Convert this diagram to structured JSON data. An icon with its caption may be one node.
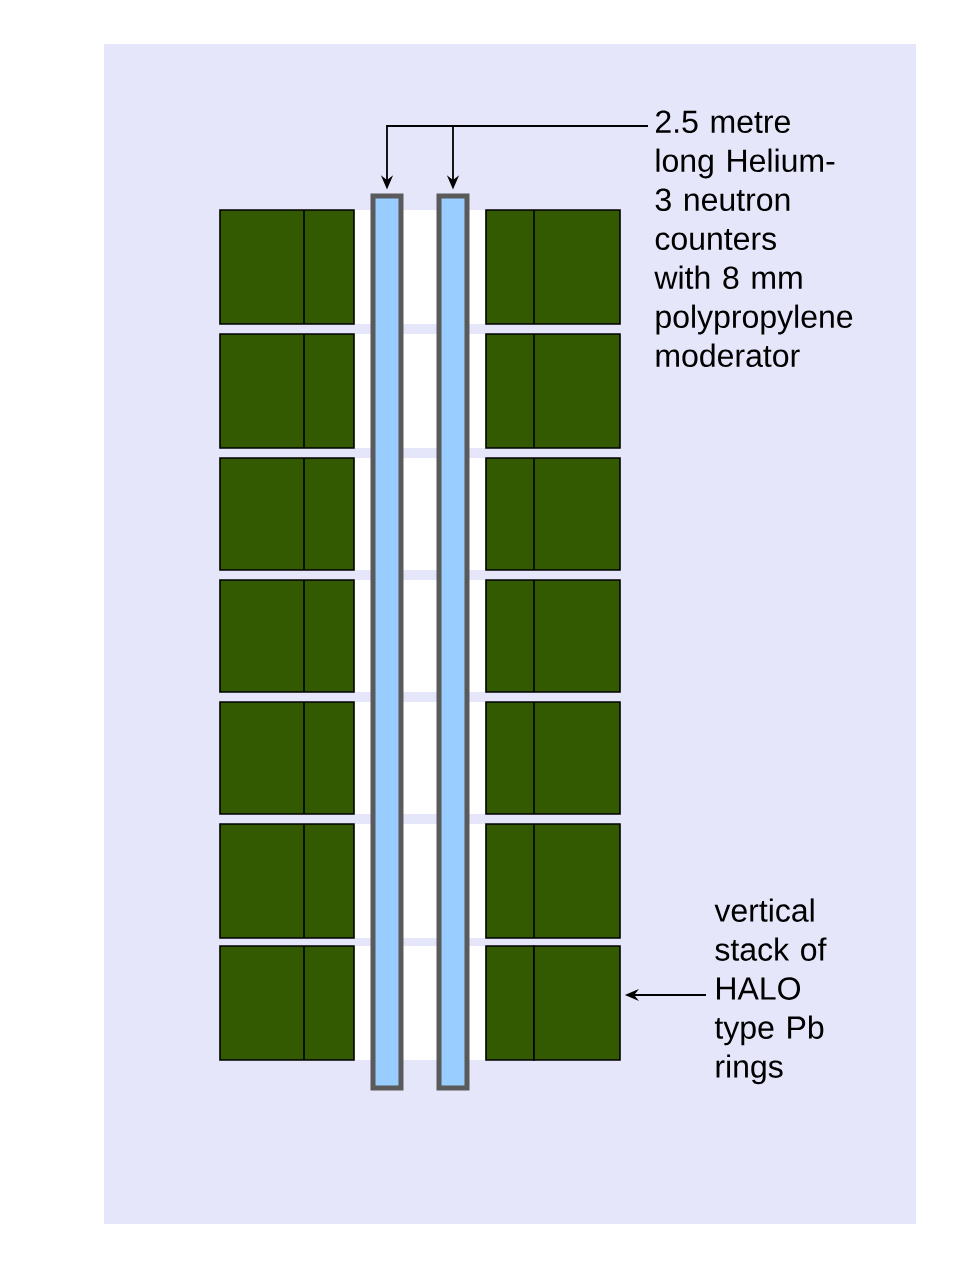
{
  "diagram": {
    "nodes": [
      {
        "text": [
          "2.5 metre long Helium-3 neutron counters with 8 mm polypropylene moderator"
        ]
      },
      {
        "text": [],
        "shape": "bar"
      },
      {
        "text": [],
        "shape": "bar"
      },
      {
        "text": [
          "vertical stack of HALO type Pb rings"
        ]
      },
      {
        "text": [],
        "shape": "box"
      }
    ],
    "edges": [
      {
        "from": 0,
        "to": 1,
        "arrow": "to"
      },
      {
        "from": 0,
        "to": 2,
        "arrow": "to"
      },
      {
        "from": 3,
        "to": 4,
        "arrow": "to"
      }
    ]
  }
}
